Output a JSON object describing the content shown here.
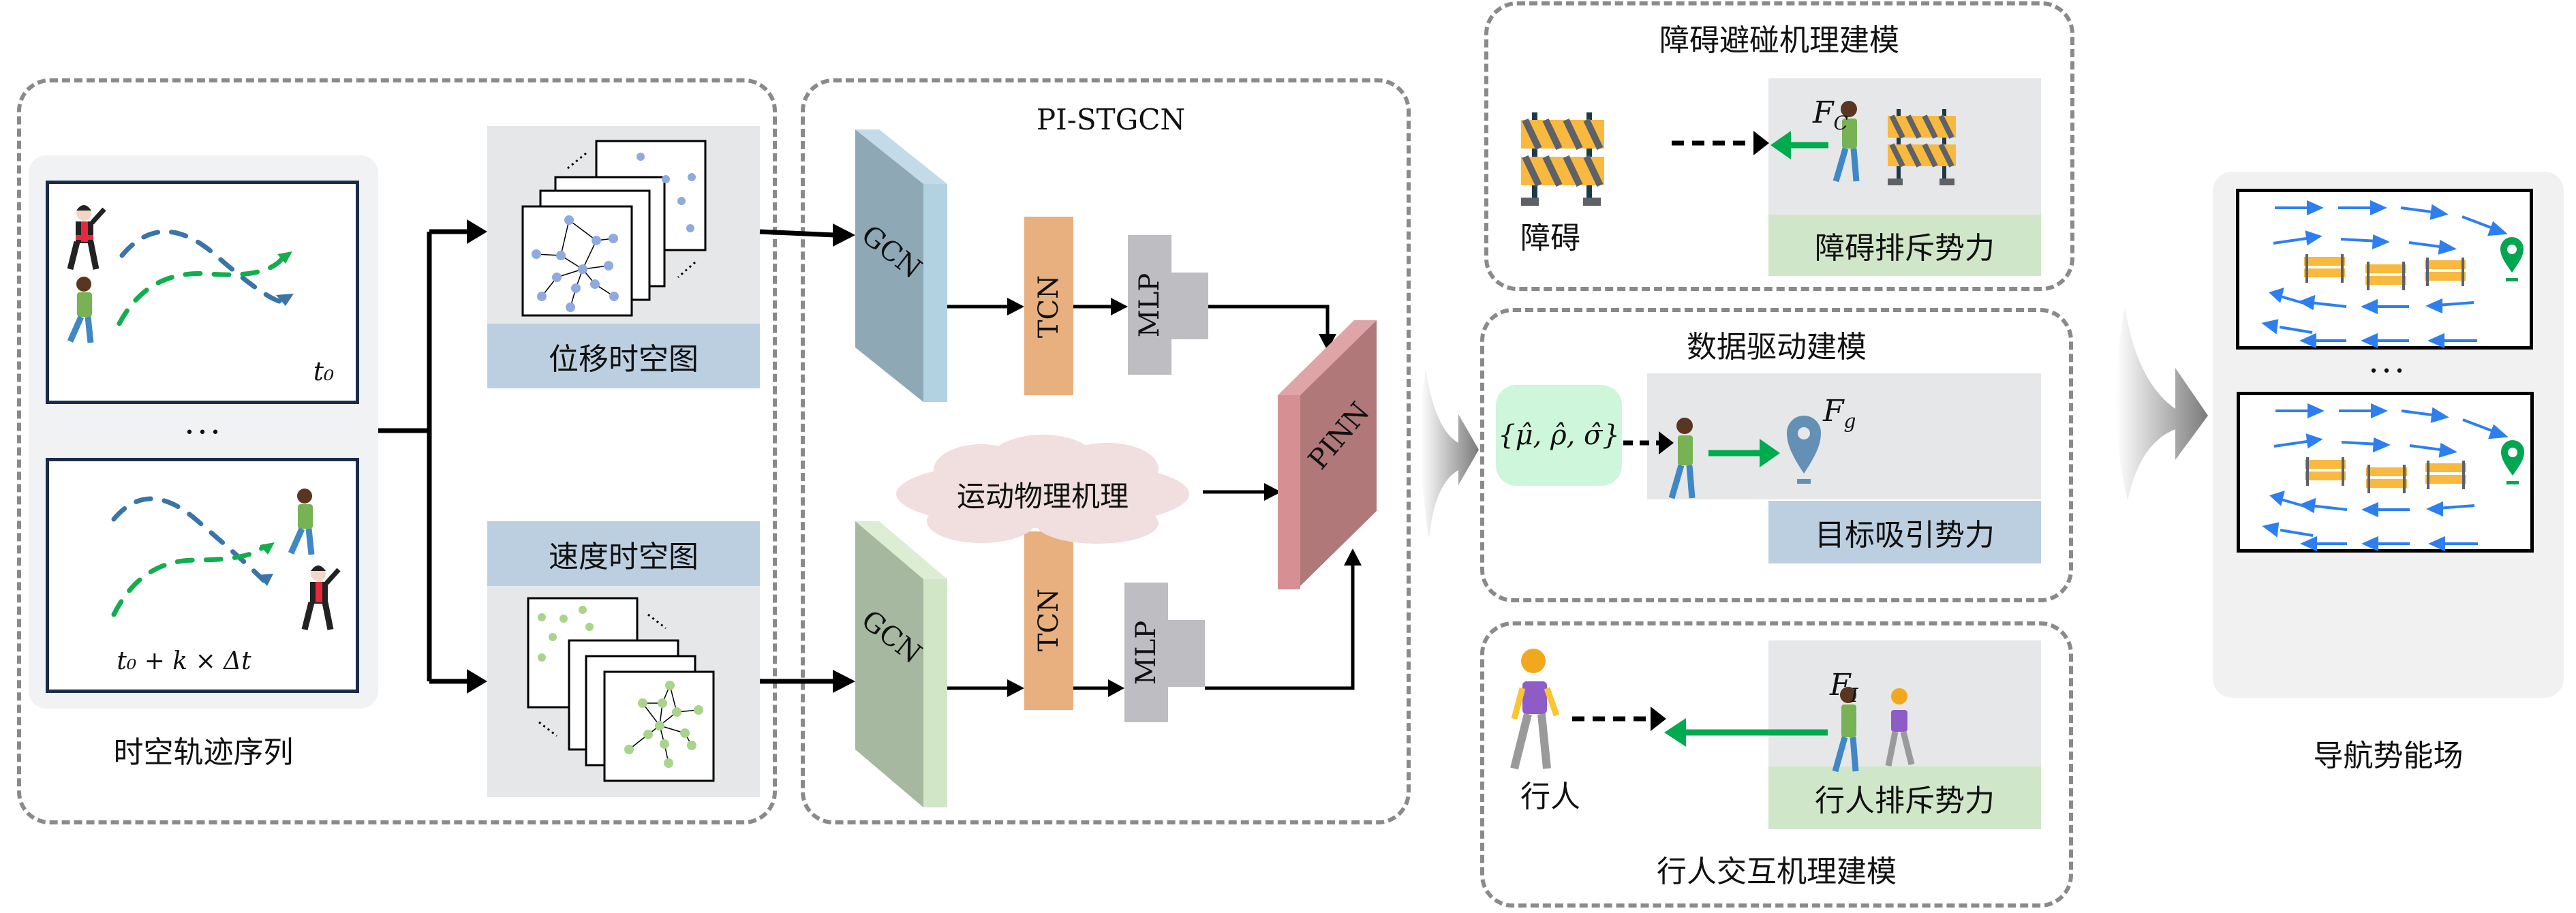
{
  "panels": {
    "trajectory": {
      "caption": "时空轨迹序列",
      "frame1_time": "t₀",
      "frame2_time": "t₀ + k × Δt",
      "ellipsis": "•••"
    },
    "graphs": {
      "displacement_label": "位移时空图",
      "velocity_label": "速度时空图"
    },
    "model": {
      "title": "PI-STGCN",
      "gcn_label": "GCN",
      "tcn_label": "TCN",
      "mlp_label": "MLP",
      "pinn_label": "PINN",
      "physics_cloud": "运动物理机理"
    },
    "obstacle_box": {
      "title": "障碍避碰机理建模",
      "source_label": "障碍",
      "force_symbol": "F",
      "force_sub": "C",
      "result_label": "障碍排斥势力"
    },
    "data_box": {
      "title": "数据驱动建模",
      "params": "{μ̂, ρ̂, σ̂}",
      "force_symbol": "F",
      "force_sub": "g",
      "result_label": "目标吸引势力"
    },
    "pedestrian_box": {
      "title": "行人交互机理建模",
      "source_label": "行人",
      "force_symbol": "F",
      "force_sub": "I",
      "result_label": "行人排斥势力"
    },
    "navigation": {
      "caption": "导航势能场",
      "ellipsis": "•••"
    }
  },
  "colors": {
    "gcn_top": "#8fa8b8",
    "gcn_bottom": "#a8bca0",
    "tcn": "#e8b07e",
    "mlp": "#bdbdc2",
    "pinn": "#b07878",
    "cloud": "#f1dede",
    "label_blue": "#bccfe0",
    "label_green": "#d0e6c8",
    "params_bg": "#cef6da",
    "force_arrow": "#00aa4f",
    "field_arrow": "#2d7ff0",
    "goal_green": "#00a650",
    "goal_blue": "#6390b4"
  }
}
